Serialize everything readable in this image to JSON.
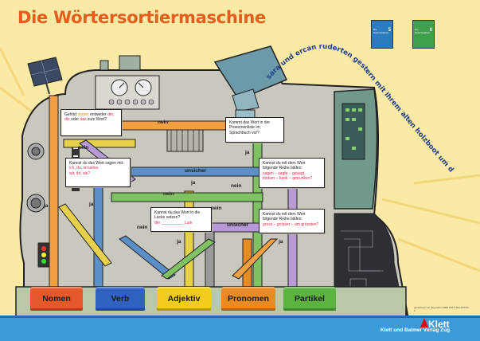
{
  "title": "Die Wörtersortiermaschine",
  "sentence": "sara und ercan ruderten gestern mit ihrem alten holzboot um die klippen und entdeckten so den eingang zu einer geheimnisvollen höhle",
  "books": [
    {
      "title": "Die Sprachstarken",
      "number": "5",
      "color": "#2a7cc1"
    },
    {
      "title": "Die Sprachstarken",
      "number": "6",
      "color": "#3ea04a"
    }
  ],
  "cards": {
    "q1": {
      "prefix": "Gehört ",
      "highlight": "immer",
      "mid": " entweder ",
      "der": "der",
      "sep1": ", ",
      "die": "die",
      "or": " oder ",
      "das": "das",
      "suffix": " zum Wort?"
    },
    "q2": {
      "text": "Kommt das Wort in der Pronomenliste im Sprachbuch vor?"
    },
    "q3": {
      "text1": "Kannst du das Wort sagen mit:",
      "line2": "ich, du, er/sie/es",
      "line3": "wir, ihr, sie?"
    },
    "q4": {
      "text": "Kannst du mit dem Wort folgende Reihe bilden:",
      "example": "sagen – sagte – gesagt",
      "example2": "trinken – trank – getrunken?"
    },
    "q5": {
      "text": "Kannst du das Wort in die Lücke setzen?",
      "blank": "der __________ Lurk"
    },
    "q6": {
      "text": "Kannst du mit dem Wort folgende Reihe bilden:",
      "example": "gross – grösser – am grössten?"
    }
  },
  "labels": {
    "nein": "nein",
    "ja": "ja",
    "unsicher": "unsicher"
  },
  "boxes": [
    {
      "label": "Nomen",
      "color": "#e4582a"
    },
    {
      "label": "Verb",
      "color": "#2f62c0"
    },
    {
      "label": "Adjektiv",
      "color": "#f2cc1a"
    },
    {
      "label": "Pronomen",
      "color": "#e98a22"
    },
    {
      "label": "Partikel",
      "color": "#5bb43f"
    }
  ],
  "footer": {
    "publisher": "Klett und Balmer Verlag Zug",
    "logo": "Klett",
    "fine": "gezeichnet von Jürg Kühni ISBN 978-3-264-XXXXX-X"
  },
  "colors": {
    "machine": "#c9c8bf",
    "machine_dark": "#7f9e95",
    "pipe_orange": "#f3a043",
    "pipe_blue": "#5a8fc8",
    "pipe_yellow": "#e8d14a",
    "pipe_green": "#7fc262",
    "pipe_purple": "#b89bd6",
    "base": "#b9c9a8"
  }
}
